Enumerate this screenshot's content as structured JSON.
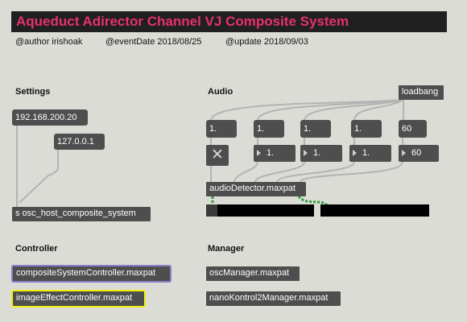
{
  "header": {
    "title": "Aqueduct Adirector Channel VJ Composite System",
    "author": "@author irishoak",
    "event_date": "@eventDate 2018/08/25",
    "update": "@update 2018/09/03"
  },
  "settings": {
    "heading": "Settings",
    "ip_message": "192.168.200.20",
    "local_message": "127.0.0.1",
    "send_object": "s osc_host_composite_system"
  },
  "audio": {
    "heading": "Audio",
    "loadbang": "loadbang",
    "messages": [
      "1.",
      "1.",
      "1.",
      "1.",
      "60"
    ],
    "numboxes": [
      "1.",
      "1.",
      "1.",
      "60"
    ],
    "toggle_glyph": "✕",
    "patch": "audioDetector.maxpat"
  },
  "controller": {
    "heading": "Controller",
    "patches": [
      "compositeSystemController.maxpat",
      "imageEffectController.maxpat"
    ]
  },
  "manager": {
    "heading": "Manager",
    "patches": [
      "oscManager.maxpat",
      "nanoKontrol2Manager.maxpat"
    ]
  },
  "colors": {
    "title_text": "#e8316b",
    "background": "#dcdcd6",
    "object": "#4e4e4e",
    "controller_outline_1": "#8a7fc9",
    "controller_outline_2": "#f2ee12",
    "signal_wire": "#2e9e3a"
  }
}
